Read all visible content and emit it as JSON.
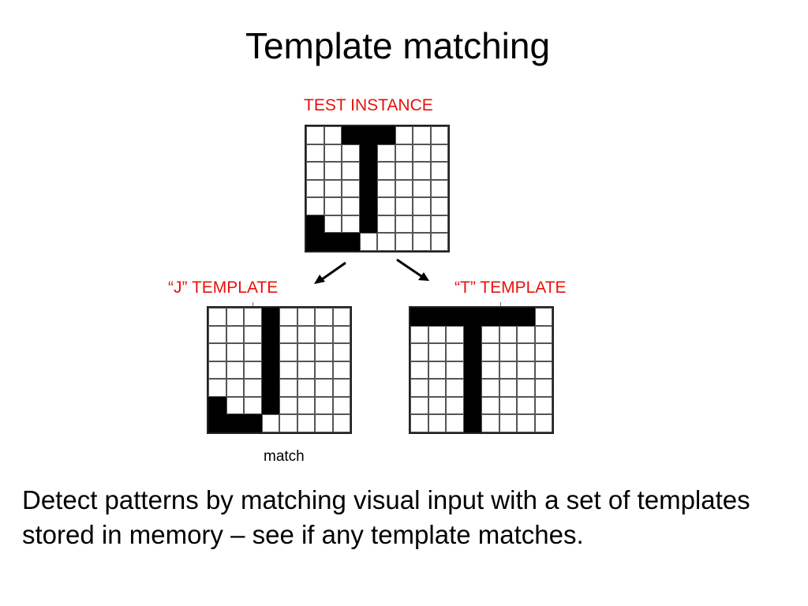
{
  "slide": {
    "title": "Template matching",
    "body": "Detect patterns by matching visual input with a set of templates stored in memory – see if any template matches."
  },
  "diagram": {
    "test_instance": {
      "label": "TEST INSTANCE",
      "rows": [
        "00111000",
        "00010000",
        "00010000",
        "00010000",
        "00010000",
        "10010000",
        "11100000"
      ]
    },
    "j_template": {
      "label": "“J” TEMPLATE",
      "rows": [
        "00010000",
        "00010000",
        "00010000",
        "00010000",
        "00010000",
        "10010000",
        "11100000"
      ],
      "result": "match"
    },
    "t_template": {
      "label": "“T” TEMPLATE",
      "rows": [
        "11111110",
        "00010000",
        "00010000",
        "00010000",
        "00010000",
        "00010000",
        "00010000"
      ]
    },
    "label_color": "#e8100c",
    "filled_cell_color": "#000000"
  }
}
